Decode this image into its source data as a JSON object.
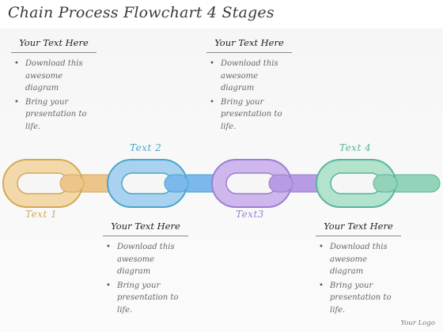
{
  "title": "Chain Process Flowchart 4 Stages",
  "boxes": [
    {
      "heading": "Your Text Here",
      "bullets": [
        "Download this awesome diagram",
        "Bring your presentation to life."
      ]
    },
    {
      "heading": "Your Text Here",
      "bullets": [
        "Download this awesome diagram",
        "Bring your presentation to life."
      ]
    },
    {
      "heading": "Your Text Here",
      "bullets": [
        "Download this awesome diagram",
        "Bring your presentation to life."
      ]
    },
    {
      "heading": "Your Text Here",
      "bullets": [
        "Download this awesome diagram",
        "Bring your presentation to life."
      ]
    }
  ],
  "stages": [
    {
      "label": "Text 1",
      "color": "#d4a85a",
      "fill": "#f3d9a9",
      "link_color": "#edc58a"
    },
    {
      "label": "Text 2",
      "color": "#4aa6c9",
      "fill": "#a9d2f0",
      "link_color": "#7bb8ec"
    },
    {
      "label": "Text3",
      "color": "#9a7fd0",
      "fill": "#cdb7ec",
      "link_color": "#b79be3"
    },
    {
      "label": "Text 4",
      "color": "#56b79a",
      "fill": "#b3e2cd",
      "link_color": "#92d3b9"
    }
  ],
  "logo": "Your Logo"
}
